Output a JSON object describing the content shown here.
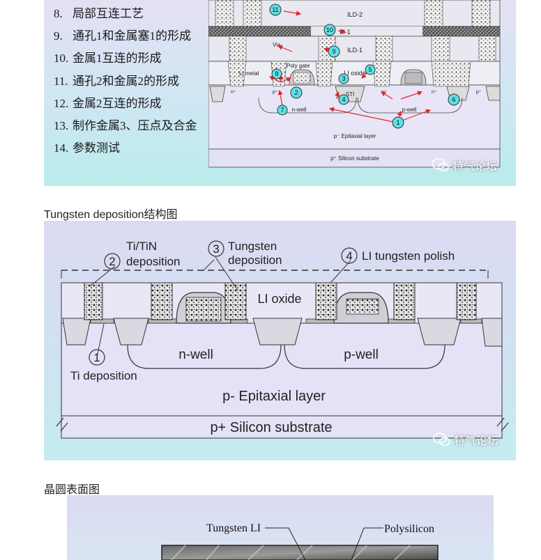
{
  "steps": [
    {
      "num": "8.",
      "text": "局部互连工艺"
    },
    {
      "num": "9.",
      "text": "通孔1和金属塞1的形成"
    },
    {
      "num": "10.",
      "text": "金属1互连的形成"
    },
    {
      "num": "11.",
      "text": "通孔2和金属2的形成"
    },
    {
      "num": "12.",
      "text": "金属2互连的形成"
    },
    {
      "num": "13.",
      "text": "制作金属3、压点及合金"
    },
    {
      "num": "14.",
      "text": "参数测试"
    }
  ],
  "diagram1": {
    "layers": {
      "ild2": "ILD-2",
      "m1": "M-1",
      "ild1": "ILD-1",
      "li_oxide": "LI oxide",
      "epi": "p⁻ Epitaxial layer",
      "substrate": "p⁺ Silicon substrate"
    },
    "labels": {
      "via": "Via",
      "li_metal": "LI metal",
      "poly_gate": "Poly gate",
      "sti": "STI",
      "n_well": "n-well",
      "p_well": "p-well",
      "n_plus": "n⁺",
      "p_plus": "p⁺"
    },
    "markers": [
      "1",
      "2",
      "3",
      "4",
      "5",
      "6",
      "7",
      "8",
      "9",
      "10",
      "11"
    ]
  },
  "caption_tungsten": "Tungsten deposition结构图",
  "diagram2": {
    "callouts": [
      {
        "num": "1",
        "label": "Ti deposition"
      },
      {
        "num": "2",
        "label_line1": "Ti/TiN",
        "label_line2": "deposition"
      },
      {
        "num": "3",
        "label_line1": "Tungsten",
        "label_line2": "deposition"
      },
      {
        "num": "4",
        "label": "LI tungsten polish"
      }
    ],
    "li_oxide": "LI oxide",
    "n_well": "n-well",
    "p_well": "p-well",
    "epi": "p- Epitaxial layer",
    "substrate": "p+ Silicon substrate"
  },
  "caption_wafer": "晶圆表面图",
  "sem": {
    "tungsten_li": "Tungsten LI",
    "polysilicon": "Polysilicon"
  },
  "watermark": "特气论坛",
  "colors": {
    "panel_top": "#e4e0f4",
    "panel_bottom": "#b9ecec",
    "marker_fill": "#5fe0e6",
    "arrow_red": "#e8202a"
  }
}
